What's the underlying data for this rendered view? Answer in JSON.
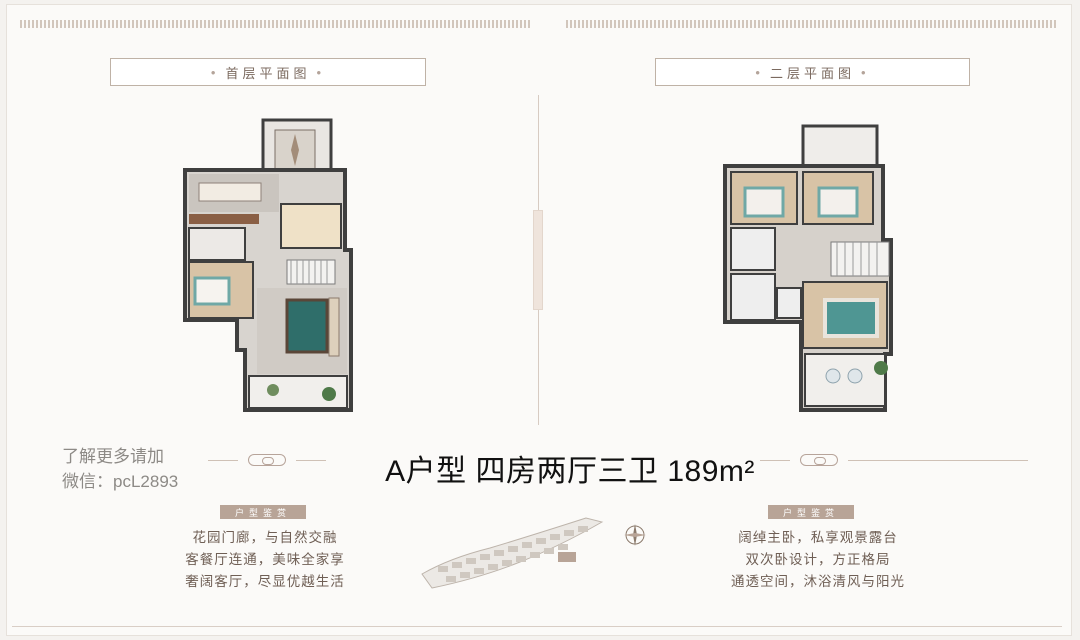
{
  "floor_plan_1": {
    "title": "首层平面图"
  },
  "floor_plan_2": {
    "title": "二层平面图"
  },
  "headline": "A户型 四房两厅三卫 189m²",
  "watermark": {
    "line1": "了解更多请加",
    "line2": "微信：pcL2893"
  },
  "left_panel": {
    "tag": "户型鉴赏",
    "features": [
      "花园门廊，与自然交融",
      "客餐厅连通，美味全家享",
      "奢阔客厅，尽显优越生活"
    ]
  },
  "right_panel": {
    "tag": "户型鉴赏",
    "features": [
      "阔绰主卧，私享观景露台",
      "双次卧设计，方正格局",
      "通透空间，沐浴清风与阳光"
    ]
  },
  "colors": {
    "accent": "#b8a497",
    "wall": "#3f3f3f",
    "floor_tile": "#cfcac4",
    "wood": "#d8c3a6",
    "bed_blue": "#6fa8a6"
  },
  "icons": [
    "ornament-knot-icon",
    "compass-icon"
  ]
}
